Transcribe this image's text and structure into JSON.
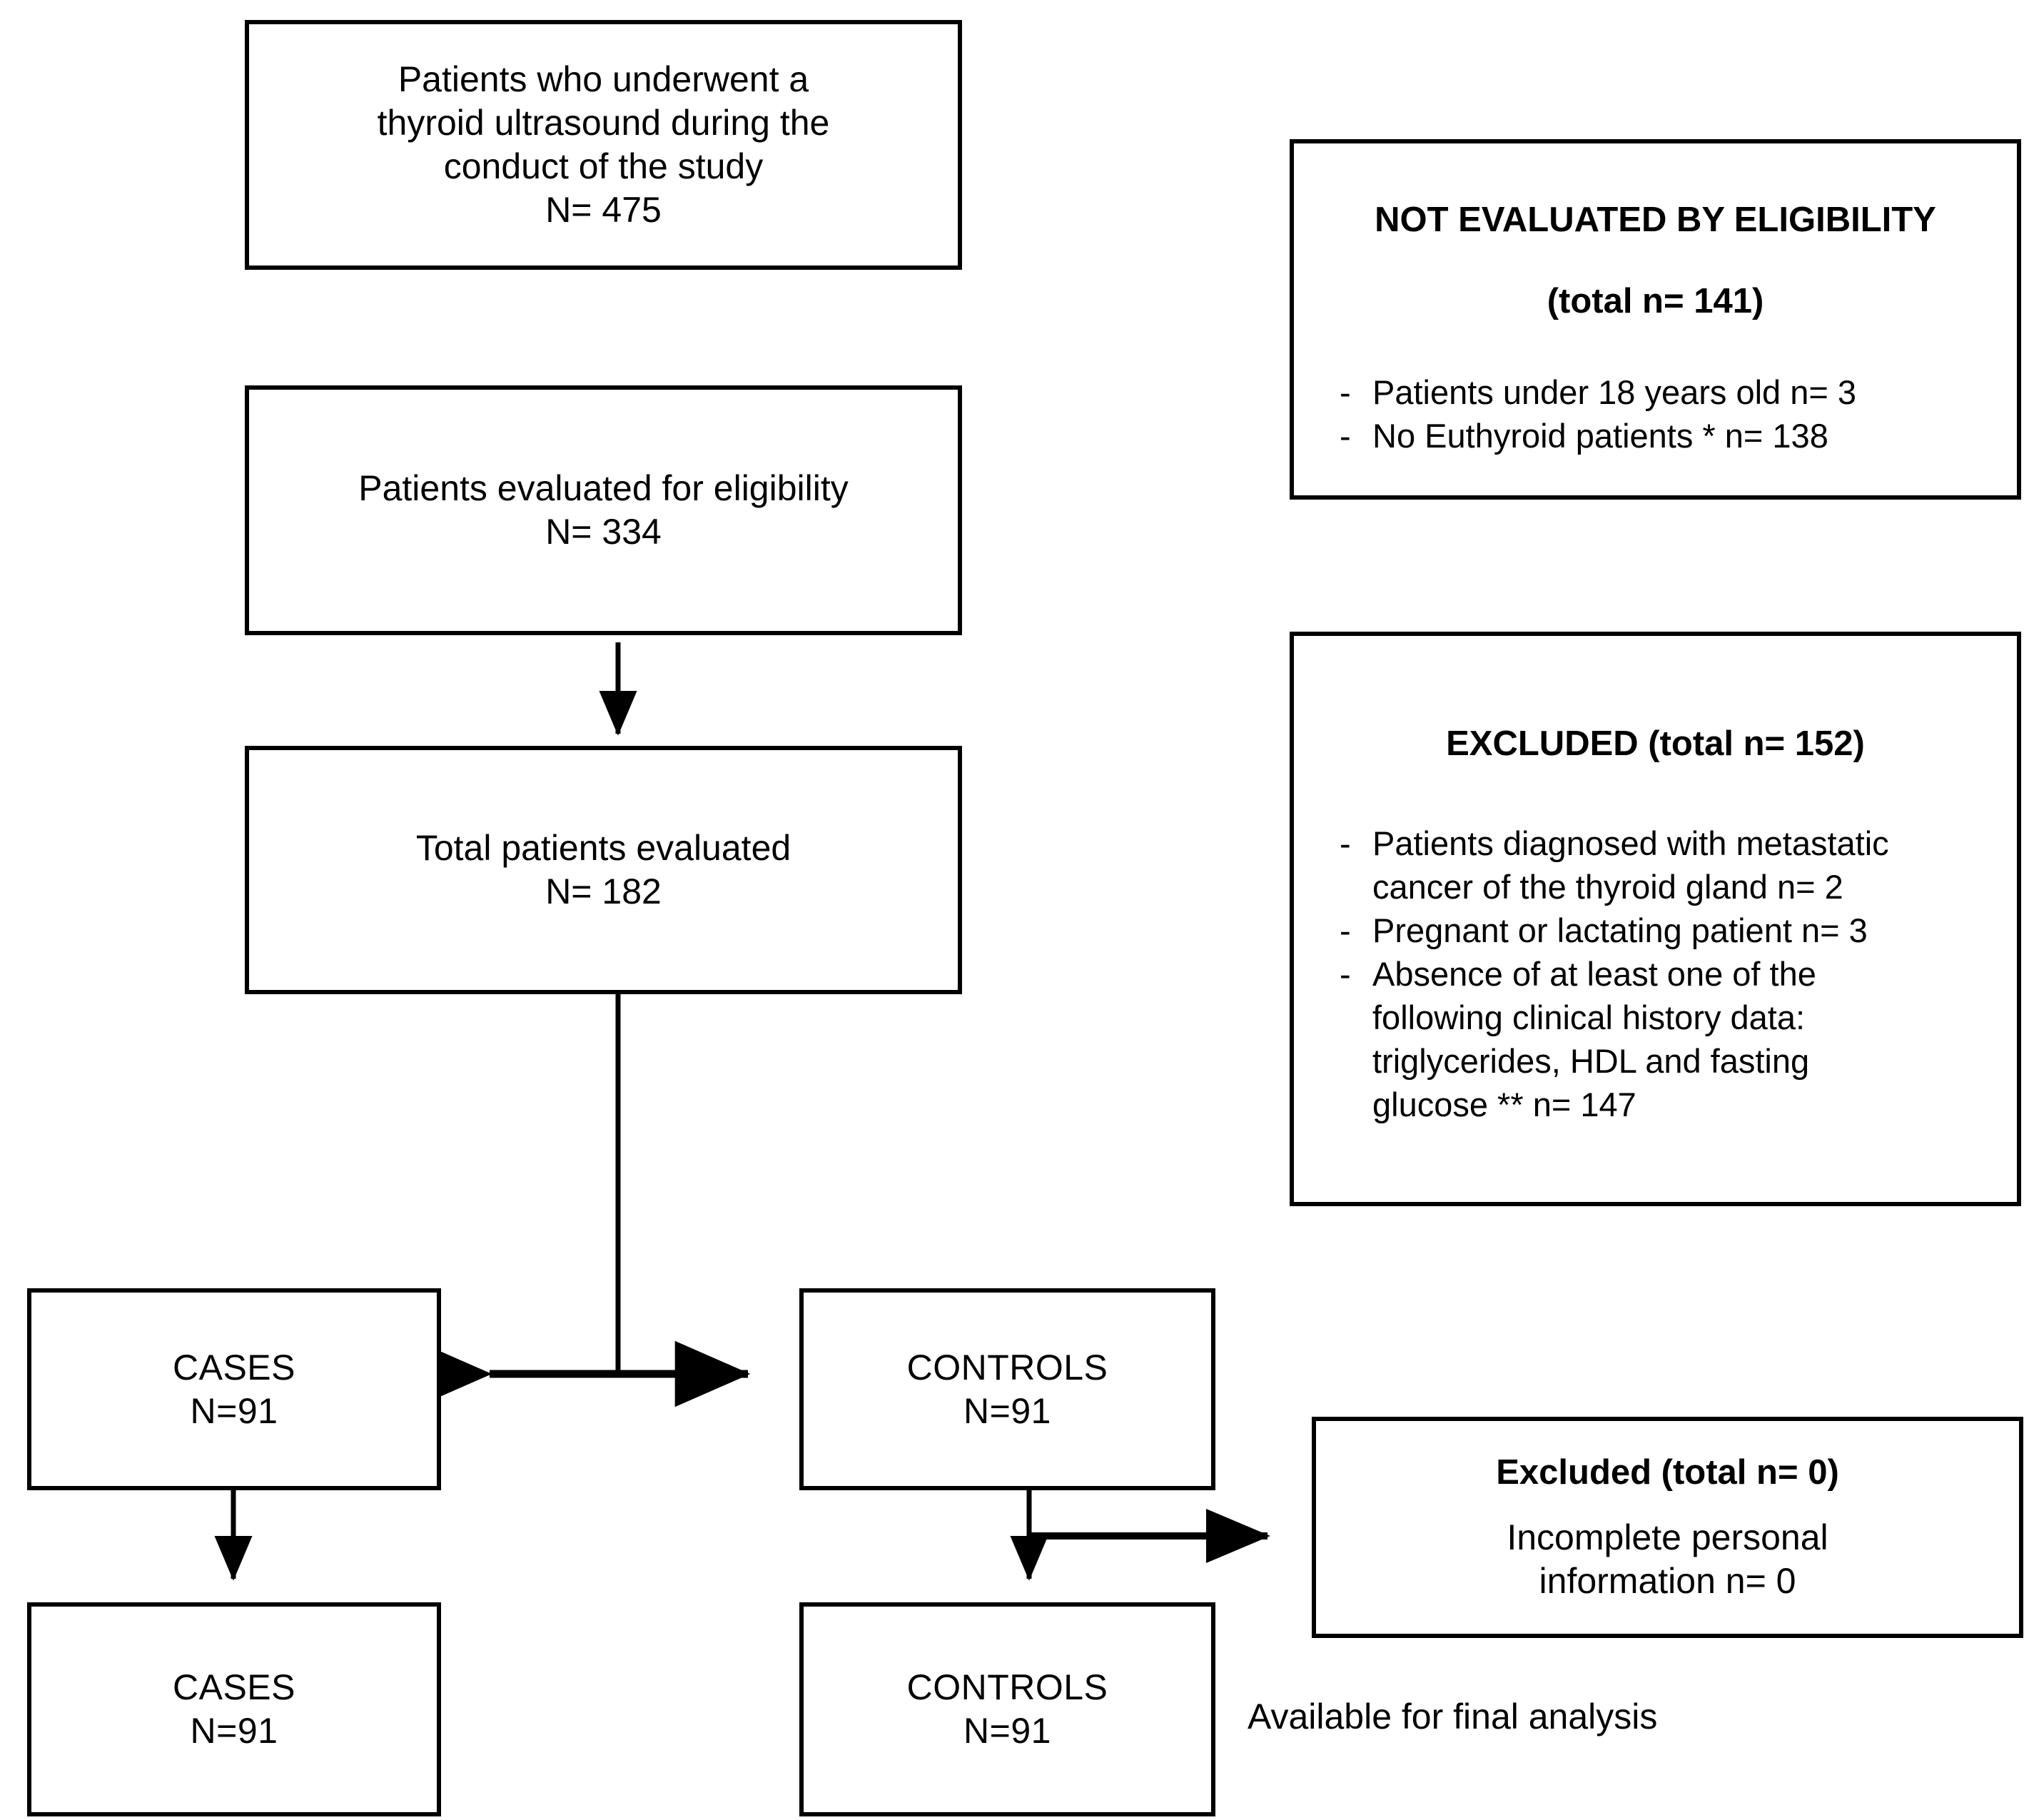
{
  "diagram": {
    "title": "Patient selection flow diagram",
    "line_color": "#000000",
    "box_border_color": "#000000",
    "background": "#ffffff"
  },
  "nodes": {
    "enrolled": {
      "lines": [
        "Patients who underwent a",
        "thyroid ultrasound during the",
        "conduct of the study",
        "N= 475"
      ]
    },
    "eligibility": {
      "lines": [
        "Patients evaluated for eligibility",
        "N= 334"
      ]
    },
    "total_evaluated": {
      "lines": [
        "Total patients evaluated",
        "N= 182"
      ]
    },
    "not_evaluated": {
      "heading": "NOT EVALUATED BY ELIGIBILITY",
      "subtotal": "(total n= 141)",
      "items": [
        {
          "dash": "-",
          "text": "Patients under 18 years old n= 3"
        },
        {
          "dash": "-",
          "text": "No Euthyroid patients * n= 138"
        }
      ]
    },
    "excluded": {
      "heading": "EXCLUDED (total n= 152)",
      "items": [
        {
          "dash": "-",
          "lines": [
            "Patients diagnosed with metastatic",
            "cancer of the thyroid gland n= 2"
          ]
        },
        {
          "dash": "-",
          "lines": [
            "Pregnant or lactating patient n= 3"
          ]
        },
        {
          "dash": "-",
          "lines": [
            "Absence of at least one of the",
            "following clinical history data:",
            "triglycerides, HDL and fasting",
            "glucose ** n= 147"
          ]
        }
      ]
    },
    "cases_top": {
      "lines": [
        "CASES",
        "N=91"
      ]
    },
    "controls_top": {
      "lines": [
        "CONTROLS",
        "N=91"
      ]
    },
    "cases_bottom": {
      "lines": [
        "CASES",
        "N=91"
      ]
    },
    "controls_bottom": {
      "lines": [
        "CONTROLS",
        "N=91"
      ]
    },
    "excluded_zero": {
      "heading": "Excluded (total n= 0)",
      "lines": [
        "Incomplete personal",
        "information n= 0"
      ]
    },
    "final_note": {
      "text": "Available for final analysis"
    }
  }
}
